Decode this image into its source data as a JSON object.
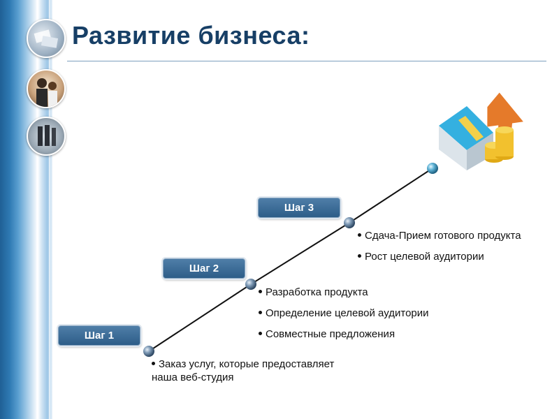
{
  "title": "Развитие бизнеса:",
  "steps": [
    {
      "label": "Шаг 1",
      "items": [
        "Заказ услуг, которые предоставляет наша веб-студия"
      ]
    },
    {
      "label": "Шаг 2",
      "items": [
        "Разработка продукта",
        "Определение целевой аудитории",
        "Совместные предложения"
      ]
    },
    {
      "label": "Шаг 3",
      "items": [
        "Сдача-Прием готового продукта",
        "Рост целевой аудитории"
      ]
    }
  ],
  "icons": [
    "building-coins-icon",
    "papers-photo-icon",
    "business-people-icon",
    "walking-people-icon"
  ],
  "colors": {
    "title": "#173f66",
    "step_box": "#3a6a95",
    "band": "#2f7ab3"
  }
}
